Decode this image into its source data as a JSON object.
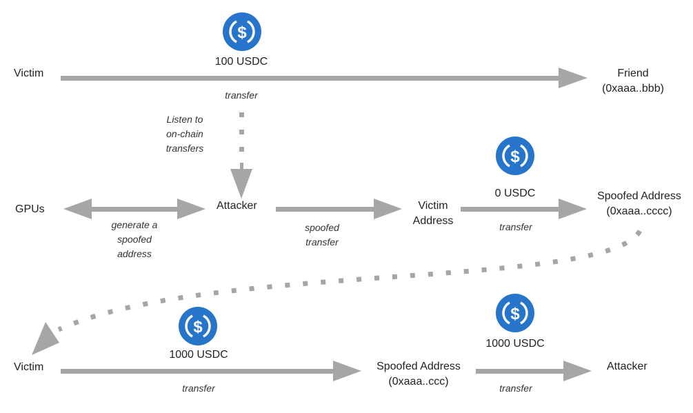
{
  "colors": {
    "arrow": "#a6a6a6",
    "coin": "#2775ca",
    "coin_glyph": "#ffffff",
    "text": "#222222"
  },
  "nodes": {
    "victim_top": "Victim",
    "friend": [
      "Friend",
      "(0xaaa..bbb)"
    ],
    "gpus": "GPUs",
    "attacker_mid": "Attacker",
    "victim_address": [
      "Victim",
      "Address"
    ],
    "spoofed_address_mid": [
      "Spoofed Address",
      "(0xaaa..cccc)"
    ],
    "victim_bottom": "Victim",
    "spoofed_address_bottom": [
      "Spoofed Address",
      "(0xaaa..ccc)"
    ],
    "attacker_bottom": "Attacker"
  },
  "amounts": {
    "top": "100 USDC",
    "mid": "0 USDC",
    "bottom_left": "1000 USDC",
    "bottom_right": "1000 USDC"
  },
  "edge_labels": {
    "top_transfer": "transfer",
    "listen": [
      "Listen to",
      "on-chain",
      "transfers"
    ],
    "generate": [
      "generate a",
      "spoofed",
      "address"
    ],
    "spoofed_transfer": [
      "spoofed",
      "transfer"
    ],
    "mid_transfer": "transfer",
    "bottom_left_transfer": "transfer",
    "bottom_right_transfer": "transfer"
  },
  "icons": {
    "coin": "usdc-coin-icon"
  }
}
